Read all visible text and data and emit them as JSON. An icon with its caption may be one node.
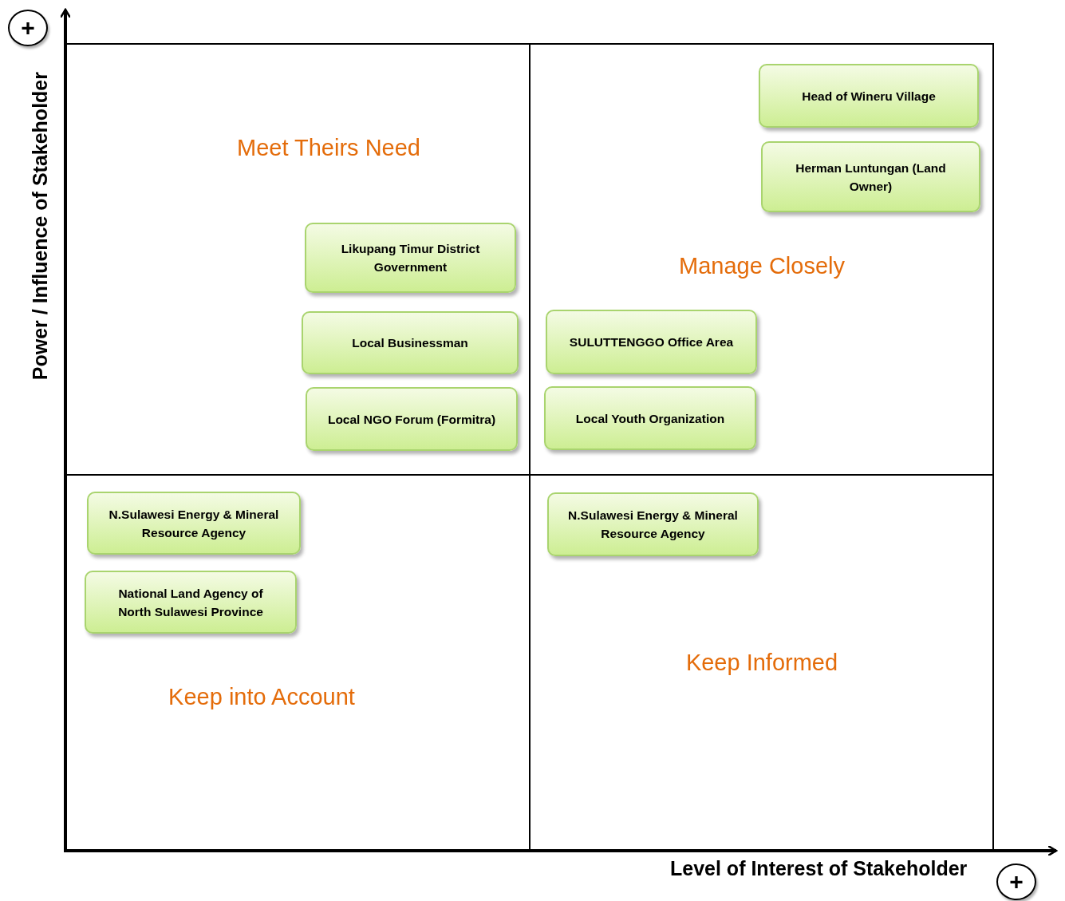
{
  "diagram": {
    "nodes": [
      {
        "text": [
          "Meet Theirs Need"
        ]
      },
      {
        "text": [
          "Likupang Timur District Government"
        ],
        "in": 0
      },
      {
        "text": [
          "Local Businessman"
        ],
        "in": 0
      },
      {
        "text": [
          "Local NGO Forum (Formitra)"
        ],
        "in": 0
      },
      {
        "text": [
          "Manage Closely"
        ]
      },
      {
        "text": [
          "Head of Wineru Village"
        ],
        "in": 4
      },
      {
        "text": [
          "Herman Luntungan (Land Owner)"
        ],
        "in": 4
      },
      {
        "text": [
          "SULUTTENGGO Office Area"
        ],
        "in": 4
      },
      {
        "text": [
          "Local Youth Organization"
        ],
        "in": 4
      },
      {
        "text": [
          "Keep into Account"
        ]
      },
      {
        "text": [
          "N.Sulawesi Energy & Mineral Resource Agency"
        ],
        "in": 9
      },
      {
        "text": [
          "National Land Agency of North Sulawesi Province"
        ],
        "in": 9
      },
      {
        "text": [
          "Keep Informed"
        ]
      },
      {
        "text": [
          "N.Sulawesi Energy & Mineral Resource Agency"
        ],
        "in": 12
      }
    ],
    "labels": [
      "+",
      "Power / Influence of Stakeholder",
      "Level of Interest of Stakeholder",
      "+"
    ]
  }
}
